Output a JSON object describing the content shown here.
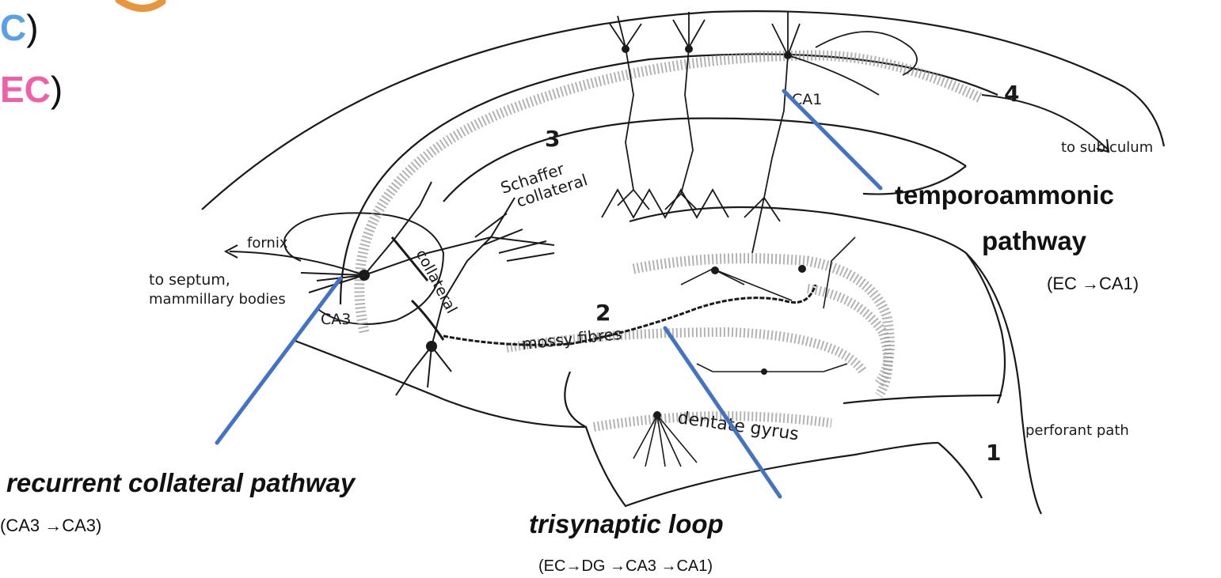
{
  "header": {
    "fragment_1": {
      "text": "C",
      "paren": ")",
      "color": "#5aa0e8"
    },
    "fragment_2": {
      "text": "EC",
      "paren": ")",
      "color": "#f060a8"
    },
    "arc_color": "#e8963c"
  },
  "diagram": {
    "region_numbers": [
      "1",
      "2",
      "3",
      "4"
    ],
    "labels": {
      "ca1": "CA1",
      "ca3": "CA3",
      "to_subiculum": "to subiculum",
      "schaffer": "Schaffer",
      "collateral": "collateral",
      "collateral_vertical": "collateral",
      "fornix": "fornix",
      "to_septum": "to septum,",
      "mammillary": "mammillary bodies",
      "mossy_fibres": "mossy fibres",
      "dentate_gyrus": "dentate gyrus",
      "perforant_path": "perforant path"
    },
    "pointer_color": "#4472c4"
  },
  "annotations": {
    "temporoammonic": {
      "title_line1": "temporoammonic",
      "title_line2": "pathway",
      "sub": "(EC →CA1)"
    },
    "recurrent": {
      "title": "recurrent collateral pathway",
      "sub": "(CA3 →CA3)"
    },
    "trisynaptic": {
      "title": "trisynaptic loop",
      "sub": "(EC→DG →CA3 →CA1)"
    }
  }
}
